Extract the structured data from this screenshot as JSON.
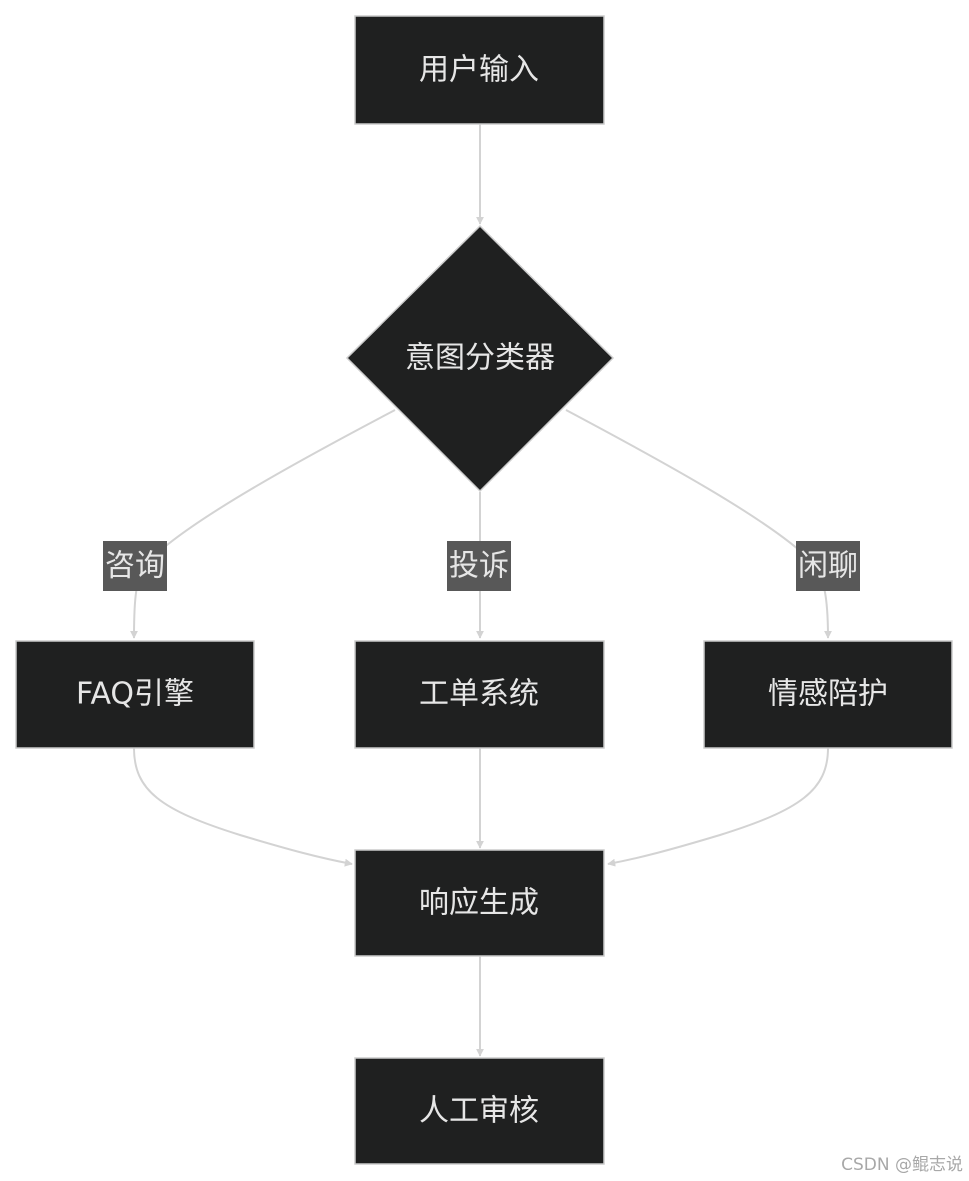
{
  "nodes": {
    "user_input": "用户输入",
    "intent_classifier": "意图分类器",
    "faq_engine": "FAQ引擎",
    "ticket_system": "工单系统",
    "emotional_companion": "情感陪护",
    "response_generation": "响应生成",
    "human_review": "人工审核"
  },
  "edge_labels": {
    "consult": "咨询",
    "complaint": "投诉",
    "chat": "闲聊"
  },
  "colors": {
    "node_fill": "#1f2020",
    "node_stroke": "#cccccc",
    "edge": "#d3d3d3",
    "label_bg": "#585858",
    "text": "#e6e6e6"
  },
  "watermark": "CSDN @鲲志说"
}
